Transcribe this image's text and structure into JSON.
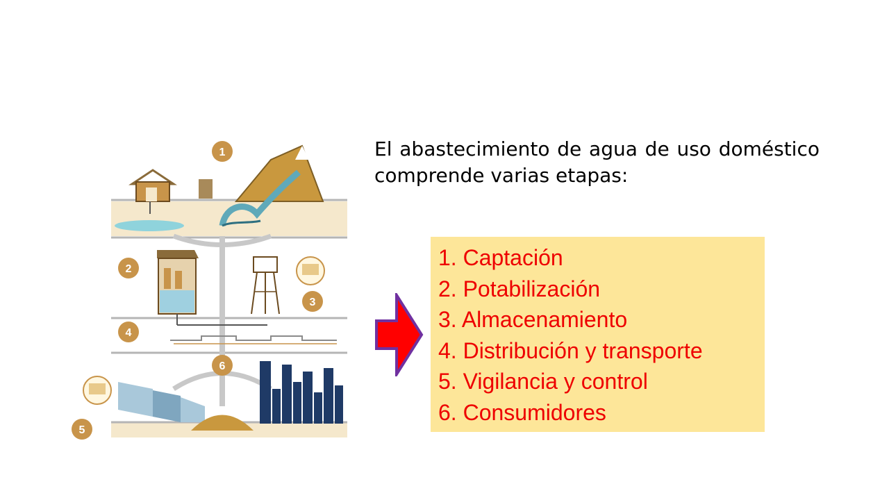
{
  "intro_text": "El abastecimiento de agua de uso doméstico comprende varias etapas:",
  "stages": [
    "1. Captación",
    "2. Potabilización",
    "3. Almacenamiento",
    "4. Distribución  y transporte",
    "5. Vigilancia  y control",
    "6. Consumidores"
  ],
  "illustration_markers": [
    "1",
    "2",
    "3",
    "4",
    "5",
    "6"
  ],
  "colors": {
    "stage_text": "#ee0000",
    "stage_box": "#fde699",
    "arrow_fill": "#ff0000",
    "arrow_border": "#7030a0",
    "marker": "#c8944a"
  }
}
